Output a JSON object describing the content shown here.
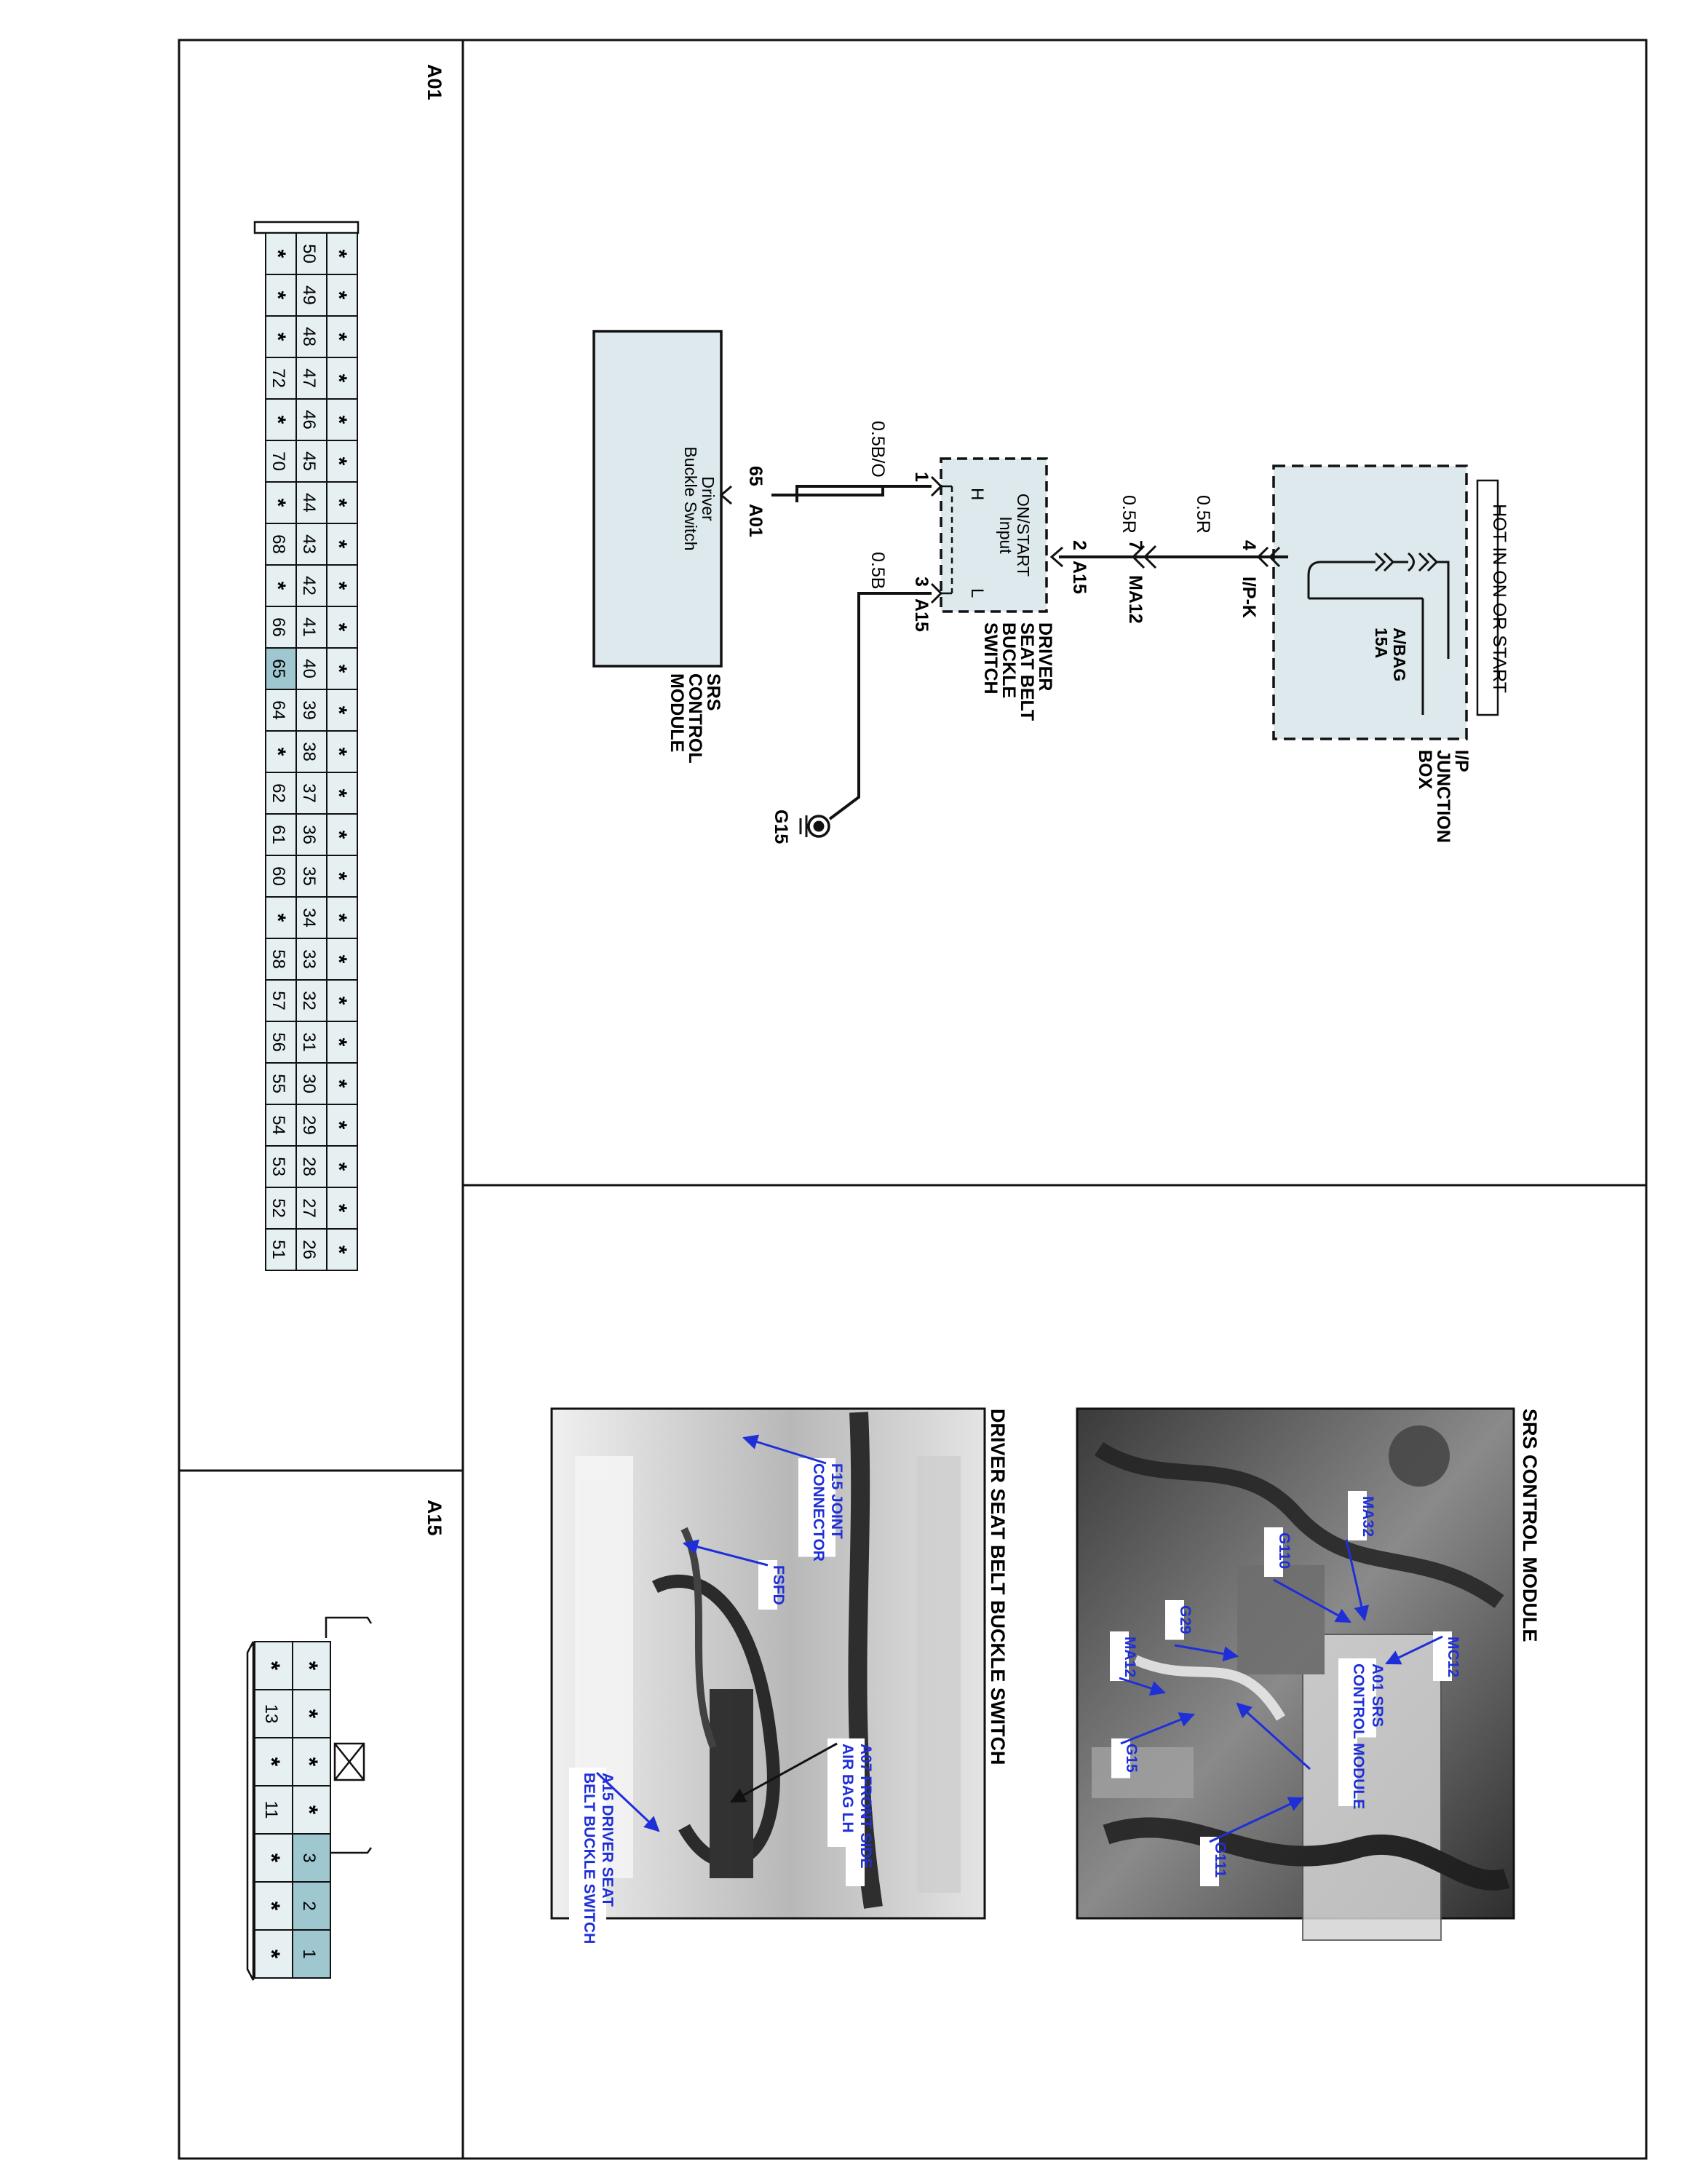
{
  "colors": {
    "module_fill": "#dde9ec",
    "highlight_pin": "#9fc7d0",
    "connector_fill": "#e6f0f2",
    "callout_text": "#1f2fd8",
    "callout_box": "#ffffff",
    "photo_bg": "#7a7a7a",
    "line": "#111111"
  },
  "schematic": {
    "power_label": "HOT IN ON OR START",
    "junction_box": {
      "name_lines": [
        "I/P",
        "JUNCTION",
        "BOX"
      ],
      "fuse_name": "A/BAG",
      "fuse_rating": "15A"
    },
    "connectors": {
      "ipk_pin": "4",
      "ipk_name": "I/P-K",
      "ma12_pin": "7",
      "ma12_name": "MA12",
      "a15_pin2": "2",
      "a15_name": "A15",
      "a15_pin1": "1",
      "a15_pin3": "3",
      "a01_pin": "65",
      "a01_name": "A01"
    },
    "wires": {
      "w1": "0.5R",
      "w2": "0.5R",
      "w3": "0.5B/O",
      "w4": "0.5B"
    },
    "switch": {
      "name_lines": [
        "DRIVER",
        "SEAT BELT",
        "BUCKLE",
        "SWITCH"
      ],
      "input_lines": [
        "ON/START",
        "Input"
      ],
      "terminal_h": "H",
      "terminal_l": "L"
    },
    "srs_module": {
      "name_lines": [
        "SRS",
        "CONTROL",
        "MODULE"
      ],
      "input_lines": [
        "Driver",
        "Buckle Switch"
      ]
    },
    "ground": "G15"
  },
  "connector_a01": {
    "title": "A01",
    "top_row": [
      "*",
      "*",
      "*",
      "*",
      "*",
      "*",
      "*",
      "*",
      "*",
      "*",
      "*",
      "*",
      "*",
      "*",
      "*",
      "*",
      "*",
      "*",
      "*",
      "*",
      "*",
      "*",
      "*",
      "*",
      "*"
    ],
    "middle_row": [
      "50",
      "49",
      "48",
      "47",
      "46",
      "45",
      "44",
      "43",
      "42",
      "41",
      "40",
      "39",
      "38",
      "37",
      "36",
      "35",
      "34",
      "33",
      "32",
      "31",
      "30",
      "29",
      "28",
      "27",
      "26"
    ],
    "bottom_row": [
      "*",
      "*",
      "*",
      "72",
      "*",
      "70",
      "*",
      "68",
      "*",
      "66",
      "65",
      "64",
      "*",
      "62",
      "61",
      "60",
      "*",
      "58",
      "57",
      "56",
      "55",
      "54",
      "53",
      "52",
      "51"
    ],
    "highlighted": "65"
  },
  "connector_a15": {
    "title": "A15",
    "top_row": [
      "*",
      "*",
      "*",
      "*",
      "3",
      "2",
      "1"
    ],
    "bottom_row": [
      "*",
      "13",
      "*",
      "11",
      "*",
      "*",
      "*"
    ],
    "highlighted": [
      "3",
      "2",
      "1"
    ]
  },
  "photos": {
    "srs": {
      "title": "SRS CONTROL MODULE",
      "callouts": [
        "MC12",
        "MA32",
        "G110",
        "G29",
        "MA12",
        "G15",
        "A01 SRS",
        "CONTROL MODULE",
        "G111"
      ]
    },
    "buckle": {
      "title": "DRIVER SEAT BELT BUCKLE SWITCH",
      "callouts": [
        "F15 JOINT",
        "CONNECTOR",
        "FSFD",
        "A07 FRONT SIDE",
        "AIR BAG LH",
        "A15 DRIVER SEAT",
        "BELT BUCKLE SWITCH"
      ]
    }
  }
}
